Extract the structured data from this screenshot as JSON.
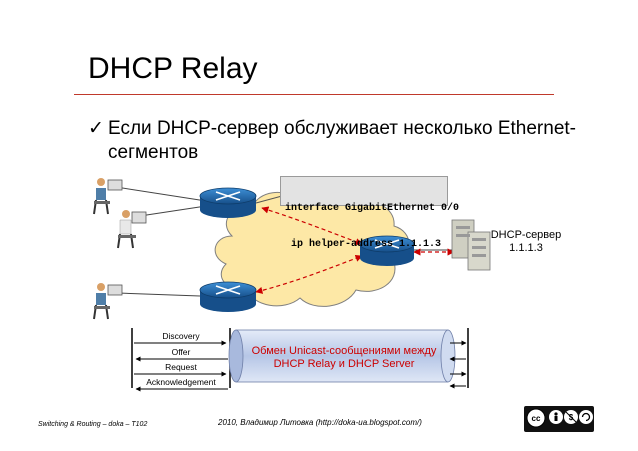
{
  "title": "DHCP Relay",
  "bullet": {
    "mark": "✓",
    "text": "Если DHCP-сервер обслуживает несколько Ethernet-сегментов"
  },
  "config": {
    "line1": "interface GigabitEthernet 0/0",
    "line2": " ip helper-address 1.1.1.3"
  },
  "server": {
    "label": "DHCP-сервер",
    "ip": "1.1.1.3"
  },
  "flow": {
    "discovery": "Discovery",
    "offer": "Offer",
    "request": "Request",
    "ack": "Acknowledgement",
    "tube_line1": "Обмен Unicast-сообщениями между",
    "tube_line2": "DHCP Relay и DHCP Server"
  },
  "footer": {
    "left": "Switching & Routing – doka – T102",
    "center": "2010, Владимир Литовка (http://doka-ua.blogspot.com/)"
  },
  "colors": {
    "accent_rule": "#c0392b",
    "router": "#1e6fb5",
    "cloud": "#fde8a6",
    "tube": "#c9d6ef",
    "dashed_arrow": "#cc0000"
  },
  "icons": [
    "router-icon",
    "cloud-icon",
    "pc-user-icon",
    "server-icon",
    "cc-license-icon"
  ]
}
